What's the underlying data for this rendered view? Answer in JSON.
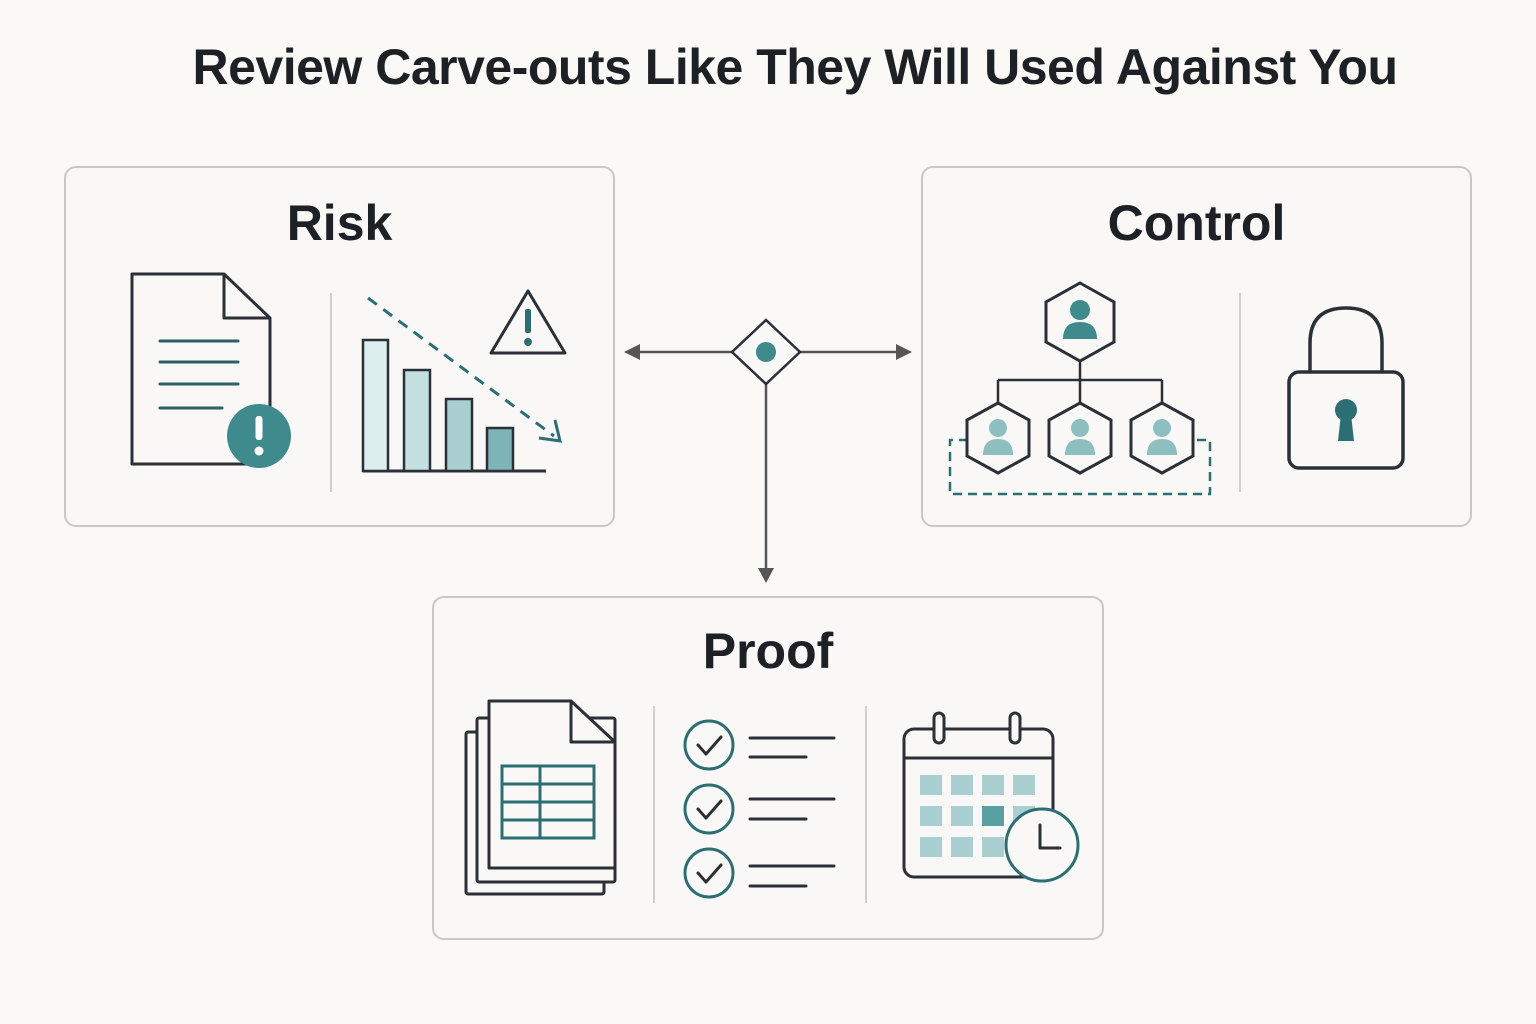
{
  "title": "Review Carve-outs Like They Will Used Against You",
  "cards": {
    "risk": {
      "label": "Risk"
    },
    "control": {
      "label": "Control"
    },
    "proof": {
      "label": "Proof"
    }
  },
  "colors": {
    "teal": "#3e8a8c",
    "teal_light": "#a9cfd0",
    "teal_pale": "#ddeeee",
    "outline": "#2b2f36",
    "arrow": "#555555"
  },
  "icons": {
    "risk": [
      "document-alert-icon",
      "declining-bar-chart-icon",
      "warning-triangle-icon"
    ],
    "control": [
      "org-hierarchy-icon",
      "padlock-icon"
    ],
    "proof": [
      "spreadsheet-stack-icon",
      "checklist-icon",
      "calendar-clock-icon"
    ],
    "hub": "diamond-node-icon"
  }
}
